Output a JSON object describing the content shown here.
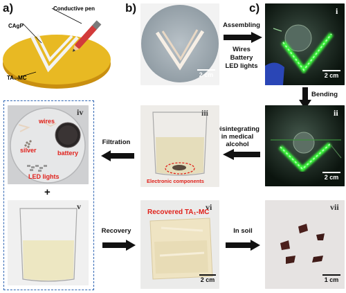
{
  "panels": {
    "a": {
      "letter": "a)",
      "labels": {
        "pen": "Conductive pen",
        "cagp": "CAgP",
        "substrate": "TA₁-MC"
      }
    },
    "b": {
      "letter": "b)",
      "scale": "2 cm"
    },
    "c": {
      "letter": "c)"
    },
    "i": {
      "numeral": "i",
      "scale": "2 cm"
    },
    "ii": {
      "numeral": "ii",
      "scale": "2 cm"
    },
    "iii": {
      "numeral": "iii",
      "callout": "Electronic components"
    },
    "iv": {
      "numeral": "iv",
      "labels": {
        "wires": "wires",
        "silver": "silver",
        "battery": "battery",
        "led": "LED lights"
      }
    },
    "v": {
      "numeral": "v"
    },
    "vi": {
      "numeral": "vi",
      "title": "Recovered TA₁-MC",
      "scale": "2 cm"
    },
    "vii": {
      "numeral": "vii",
      "scale": "1 cm"
    }
  },
  "steps": {
    "assembling": {
      "title": "Assembling",
      "items": [
        "Wires",
        "Battery",
        "LED lights"
      ]
    },
    "bending": "Bending",
    "disintegrating": [
      "Disintegrating",
      "in medical",
      "alcohol"
    ],
    "filtration": "Filtration",
    "plus": "+",
    "recovery": "Recovery",
    "in_soil": "In soil"
  },
  "colors": {
    "accent_red": "#e0201a",
    "led_green": "#3cff3c",
    "dash_blue": "#2b62b2",
    "substrate_yellow": "#e8b923"
  }
}
